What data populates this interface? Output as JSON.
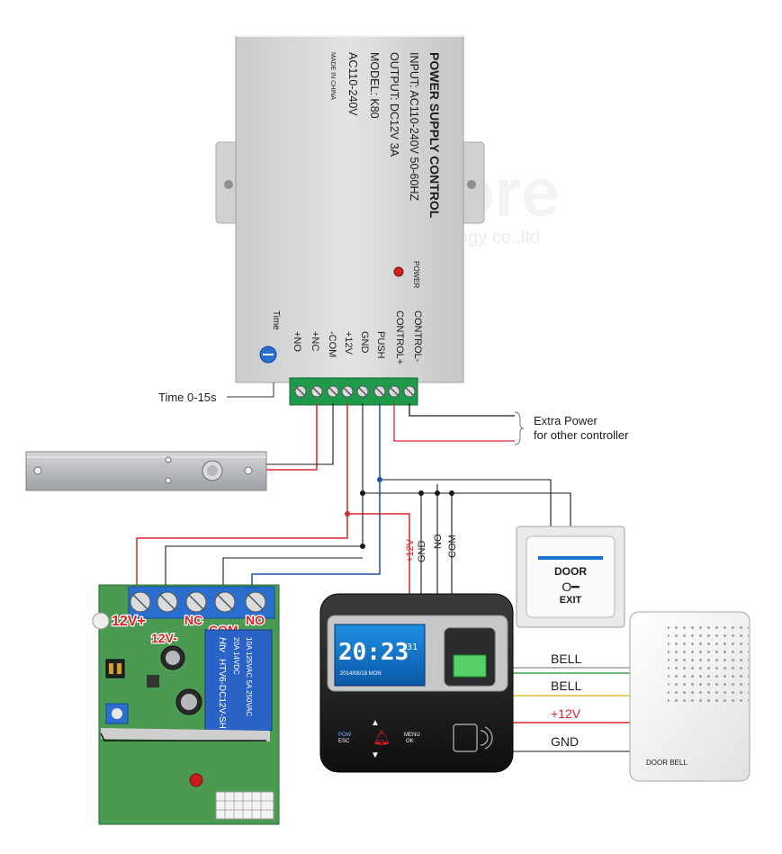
{
  "power_supply": {
    "title": "POWER SUPPLY CONTROL",
    "input": "INPUT: AC110-240V  50-60HZ",
    "output": "OUTPUT: DC12V  3A",
    "model": "MODEL: K80",
    "voltage": "AC110-240V",
    "made_in": "MADE IN CHINA",
    "power_led_label": "POWER",
    "time_label": "Time",
    "terminals": [
      "+NO",
      "+NC",
      "-COM",
      "+12V",
      "GND",
      "PUSH",
      "CONTROL+",
      "CONTROL-"
    ]
  },
  "annotations": {
    "time_range": "Time 0-15s",
    "extra_power_line1": "Extra Power",
    "extra_power_line2": "for other controller"
  },
  "watermark": {
    "line1": "diy - store",
    "line2": "shenzhen diy-store technology co.,ltd"
  },
  "wire_labels": {
    "plus12v": "+12V",
    "gnd": "GND",
    "no": "NO",
    "com": "COM"
  },
  "exit_button": {
    "line1": "DOOR",
    "line2": "EXIT"
  },
  "door_bell": {
    "label": "DOOR BELL",
    "wires": [
      "BELL",
      "BELL",
      "+12V",
      "GND"
    ]
  },
  "relay_module": {
    "labels": [
      "12V+",
      "12V-",
      "NC",
      "COM",
      "NO"
    ],
    "model": "HTV6-DC12V-SH",
    "rating1": "20A 14VDC",
    "rating2": "10A 125VAC 5A 250VAC",
    "brand": "Htv"
  },
  "reader": {
    "time": "20:23",
    "seconds": "31",
    "date": "2014/08/18  MON",
    "btn_left": "POW",
    "btn_left2": "ESC",
    "btn_right": "MENU",
    "btn_right2": "OK"
  },
  "colors": {
    "red_wire": "#d8262c",
    "blue_wire": "#1c52a8",
    "black_wire": "#1a1a1a",
    "green_wire": "#3fa34d",
    "yellow_wire": "#e7c22b",
    "terminal_green": "#1f9a4a",
    "relay_blue": "#2a6fd0",
    "box_grey": "#dadcdd"
  }
}
